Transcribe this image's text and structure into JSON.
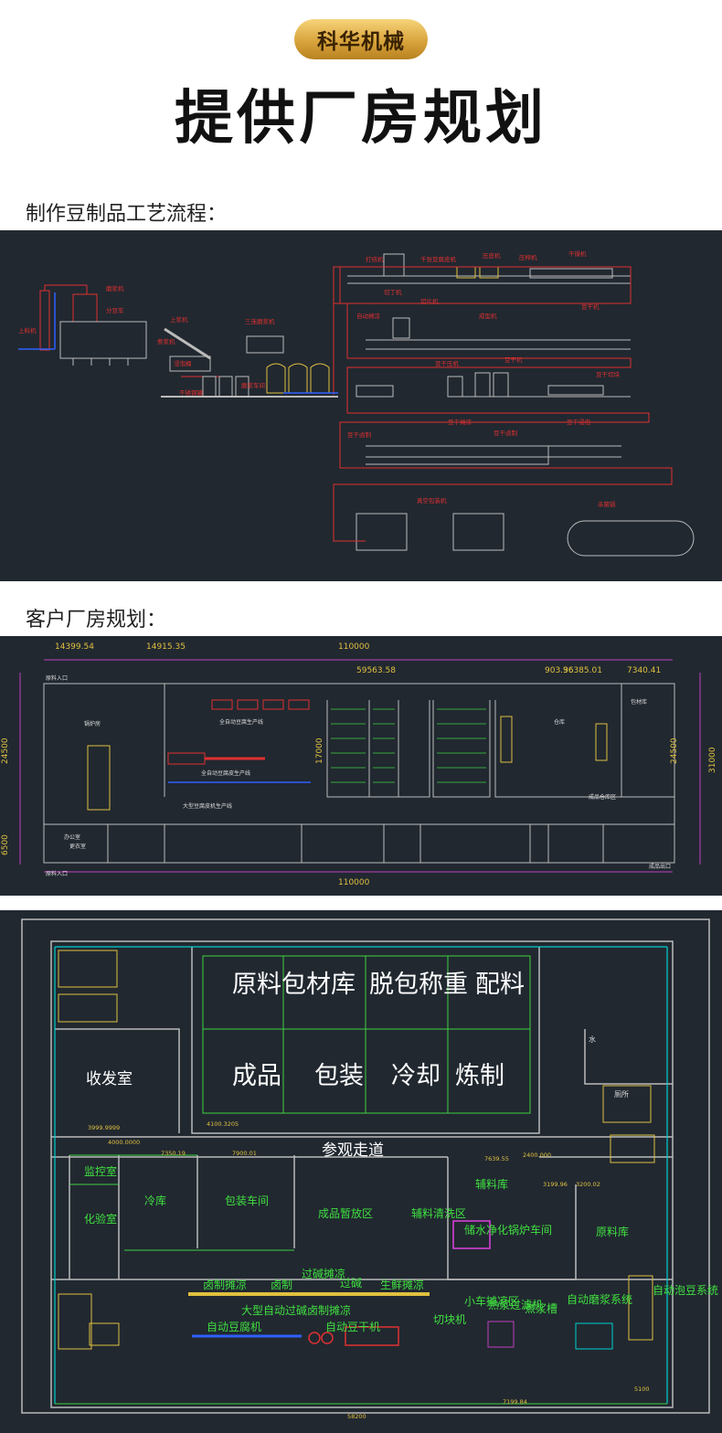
{
  "header": {
    "badge": "科华机械",
    "title": "提供厂房规划"
  },
  "sections": {
    "process_label": "制作豆制品工艺流程：",
    "plan_label": "客户厂房规划："
  },
  "process_diagram": {
    "labels": {
      "l1": "磨浆机",
      "l2": "上料机",
      "l3": "分豆车",
      "l4": "浸泡桶",
      "l5": "煮浆机",
      "l6": "三连磨浆机",
      "l7": "上浆机",
      "l8": "不锈钢罐",
      "l9": "压榨机",
      "l10": "切丁机",
      "l11": "切片机",
      "l12": "干燥机",
      "l13": "打结机",
      "l14": "千张豆腐皮机",
      "l15": "压皮机",
      "l16": "成型机",
      "l17": "豆干机",
      "l18": "豆干压机",
      "l19": "豆干切块",
      "l20": "豆干卤制",
      "l21": "豆干摊凉",
      "l22": "豆干浸泡",
      "l23": "真空包装机",
      "l24": "杀菌锅",
      "l25": "自动摊凉",
      "l26": "磨浆车间"
    }
  },
  "plan1": {
    "dims": {
      "top_total": "110000",
      "d1": "14399.54",
      "d2": "14915.35",
      "d3": "59563.58",
      "d4": "903.96",
      "d5": "36385.01",
      "d6": "7340.41",
      "left_a": "24500",
      "left_b": "6500",
      "right_a": "24500",
      "right_b": "31000",
      "mid": "17000",
      "bottom_total": "110000"
    },
    "labels": {
      "entrance_tl": "原料入口",
      "boiler": "锅炉房",
      "entrance_bl": "原料入口",
      "office": "办公室",
      "changing": "更衣室",
      "exit_br": "成品出口",
      "line1": "全自动豆腐生产线",
      "line2": "全自动豆腐皮生产线",
      "line3": "大型豆腐皮机生产线",
      "finished": "成品仓库区",
      "material_store": "包材库",
      "storage": "仓库"
    }
  },
  "plan2": {
    "zones": {
      "raw": "原料包材库",
      "unpack": "脱包称重",
      "mix": "配料",
      "product": "成品",
      "pack": "包装",
      "cool": "冷却",
      "cook": "炼制",
      "receive": "收发室",
      "corridor": "参观走道",
      "monitor": "监控室",
      "lab": "化验室",
      "cold": "冷库",
      "pack_room": "包装车间",
      "staging": "成品暂放区",
      "aux_wash": "辅料清洗区",
      "aux_store": "辅料库",
      "water_boiler": "储水净化锅炉车间",
      "raw_store": "原料库",
      "toilet": "厕所",
      "water": "水",
      "line_brine": "卤制摊凉",
      "line_brine2": "卤制",
      "line_alkali": "过碱摊凉",
      "line_alkali2": "过碱",
      "line_fresh": "生鲜摊凉",
      "big_line": "大型自动过碱卤制摊凉",
      "tofu_machine": "自动豆腐机",
      "dry_machine": "自动豆干机",
      "cutter": "切块机",
      "cart": "小车摊凉区",
      "filter": "熟浆过滤机",
      "boil_tank": "煮浆槽",
      "grinder": "自动磨浆系统",
      "soak": "自动泡豆系统"
    },
    "dims": {
      "a": "3999.9999",
      "b": "4000.0000",
      "c": "4100.3205",
      "d": "7350.19",
      "e": "7900.01",
      "f": "7639.55",
      "g": "2400.000",
      "h": "3199.96",
      "i": "3200.02",
      "j": "58200",
      "k": "7199.84",
      "l": "5100"
    }
  }
}
